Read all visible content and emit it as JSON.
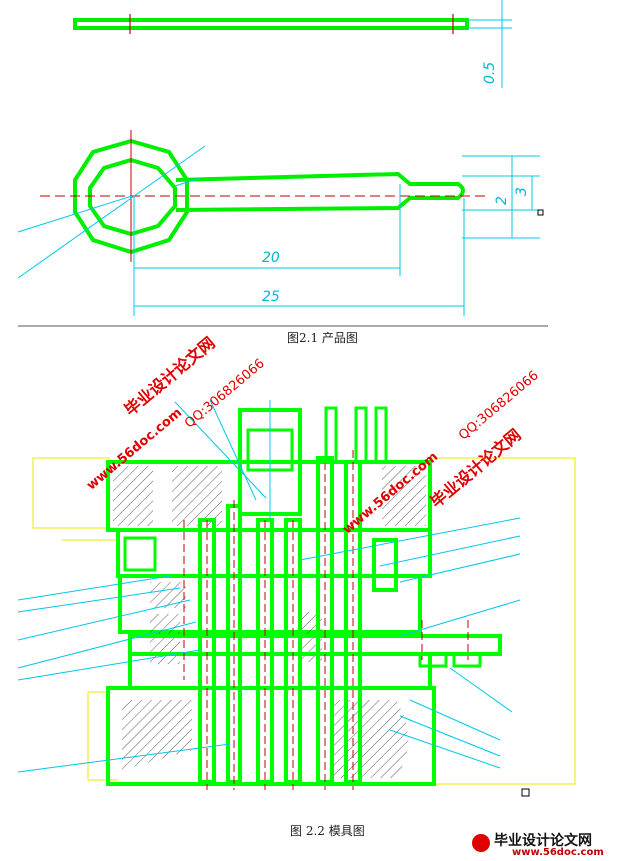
{
  "fig1": {
    "caption": "图2.1  产品图",
    "dims": {
      "thickness": "0.5",
      "width_small": "2",
      "width_large": "3",
      "length_inner": "20",
      "length_total": "25"
    }
  },
  "fig2": {
    "caption": "图 2.2  模具图"
  },
  "watermarks": {
    "site_cn": "毕业设计论文网",
    "site_url": "www.56doc.com",
    "qq": "QQ:306826066",
    "logo_cn": "毕业设计论文网",
    "logo_url": "www.56doc.com"
  },
  "colors": {
    "outline": "#00ff00",
    "dimension": "#00c8e6",
    "center": "#c00000",
    "frame": "#e8e800",
    "watermark": "#e00000"
  }
}
